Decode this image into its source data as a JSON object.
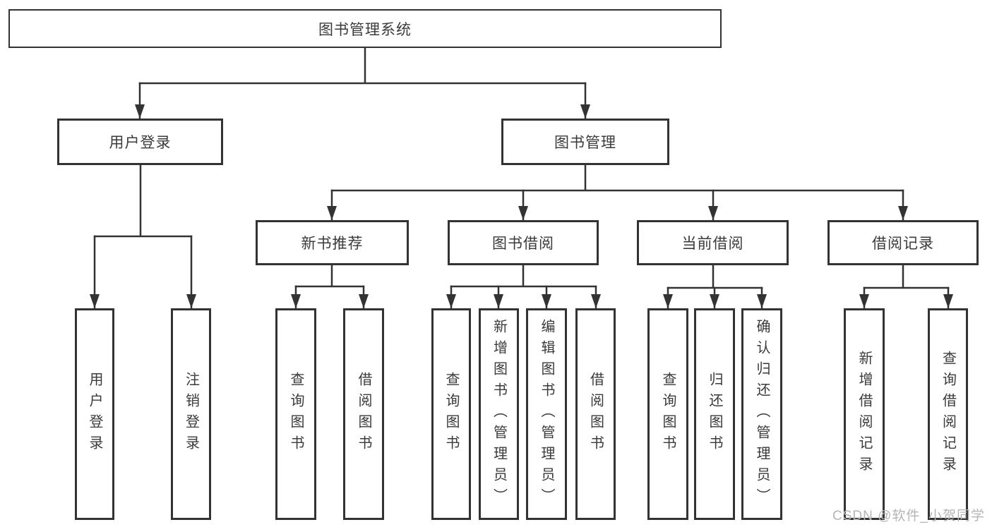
{
  "diagram": {
    "type": "hierarchy-tree",
    "colors": {
      "line": "#333333",
      "box_border": "#333333",
      "text": "#3a3a3a",
      "background": "#ffffff",
      "watermark_text": "#b5b5b5"
    },
    "nodes": {
      "root": "图书管理系统",
      "userLogin": "用户登录",
      "bookMgmt": "图书管理",
      "newBookRec": "新书推荐",
      "bookBorrow": "图书借阅",
      "currentBorrow": "当前借阅",
      "borrowRecords": "借阅记录",
      "leafUserLogin": "用户登录",
      "leafLogout": "注销登录",
      "leafQueryBooks1": "查询图书",
      "leafBorrowBooks1": "借阅图书",
      "leafQueryBooks2": "查询图书",
      "leafAddBooks": "新增图书（管理员）",
      "leafEditBooks": "编辑图书（管理员）",
      "leafBorrowBooks2": "借阅图书",
      "leafQueryBooks3": "查询图书",
      "leafReturnBooks": "归还图书",
      "leafConfirmReturn": "确认归还（管理员）",
      "leafAddBorrowRecord": "新增借阅记录",
      "leafQueryBorrowRecord": "查询借阅记录"
    },
    "hierarchy": {
      "图书管理系统": {
        "用户登录": [
          "用户登录",
          "注销登录"
        ],
        "图书管理": {
          "新书推荐": [
            "查询图书",
            "借阅图书"
          ],
          "图书借阅": [
            "查询图书",
            "新增图书（管理员）",
            "编辑图书（管理员）",
            "借阅图书"
          ],
          "当前借阅": [
            "查询图书",
            "归还图书",
            "确认归还（管理员）"
          ],
          "借阅记录": [
            "新增借阅记录",
            "查询借阅记录"
          ]
        }
      }
    },
    "watermark": "CSDN @软件_小贺同学"
  }
}
